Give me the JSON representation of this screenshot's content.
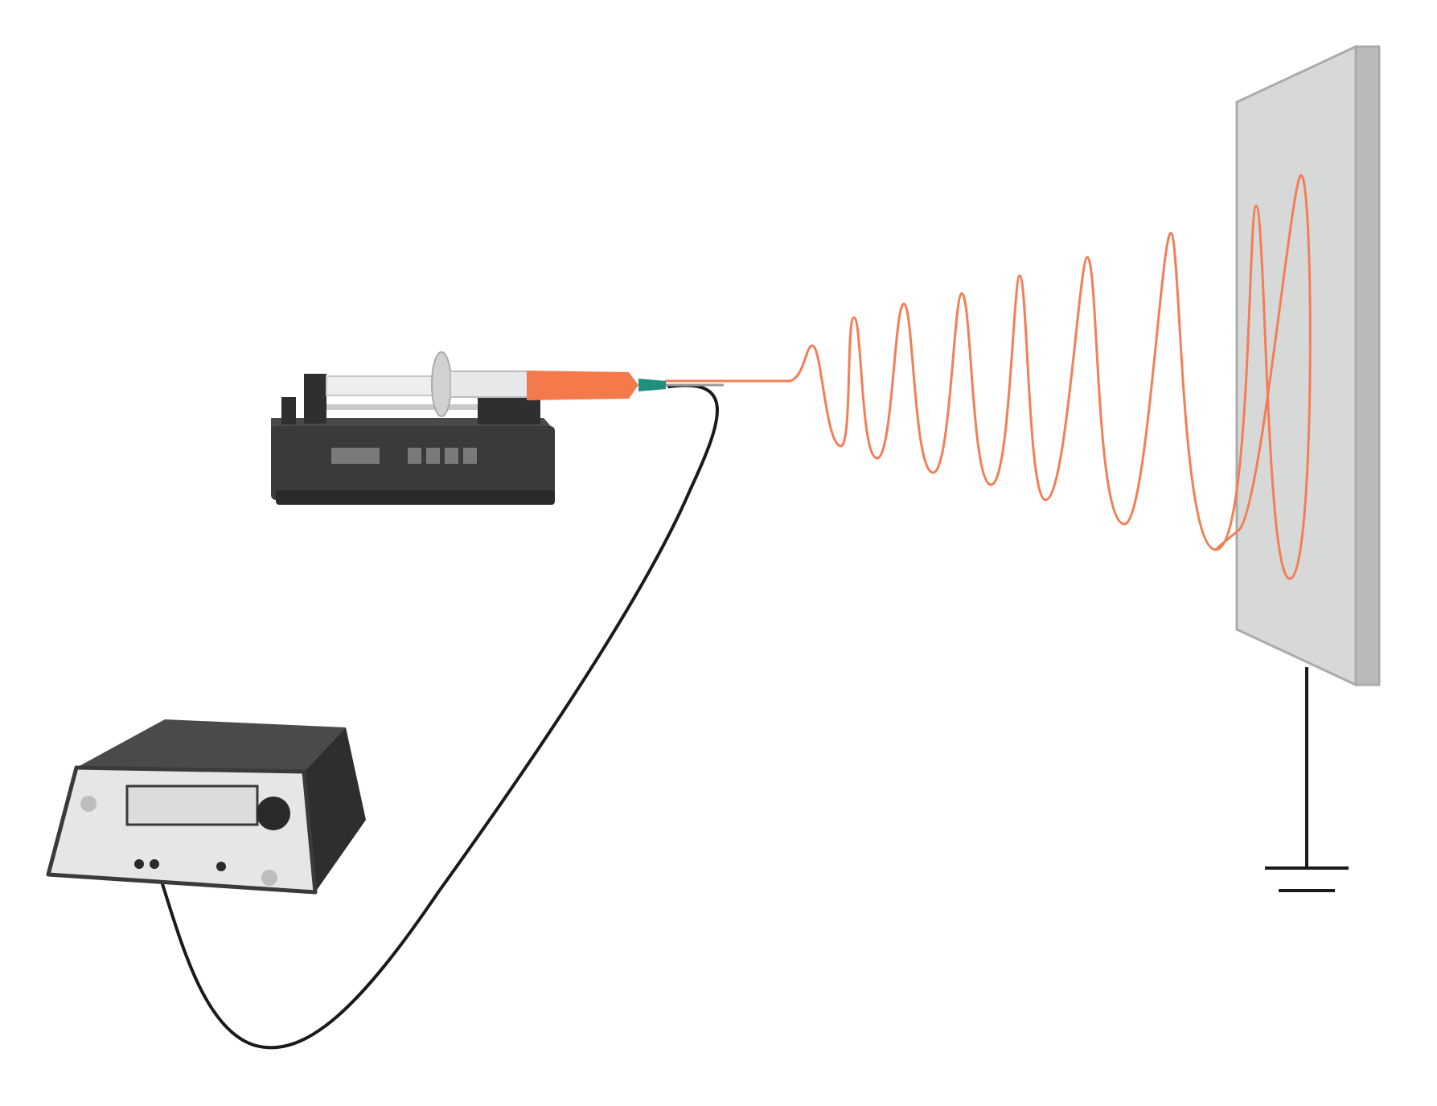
{
  "diagram": {
    "kind": "electrospinning-setup",
    "components": [
      {
        "id": "syringe-pump",
        "icon": "syringe-pump-icon"
      },
      {
        "id": "syringe",
        "icon": "syringe-icon"
      },
      {
        "id": "spinneret-needle",
        "icon": "needle-icon"
      },
      {
        "id": "polymer-jet",
        "icon": "fiber-jet-icon"
      },
      {
        "id": "collector-plate",
        "icon": "collector-plate-icon"
      },
      {
        "id": "ground",
        "icon": "ground-symbol-icon"
      },
      {
        "id": "high-voltage-power-supply",
        "icon": "power-supply-icon"
      },
      {
        "id": "hv-cable",
        "icon": "cable-icon"
      }
    ],
    "colors": {
      "polymer": "#f47a4c",
      "jet": "#f37e57",
      "needle_tip": "#1f8f7e",
      "device_dark": "#3a3a3a",
      "device_light": "#e3e3e3",
      "collector": "#d7d9d8",
      "collector_edge": "#a9acab",
      "wire": "#1a1a1a"
    }
  }
}
